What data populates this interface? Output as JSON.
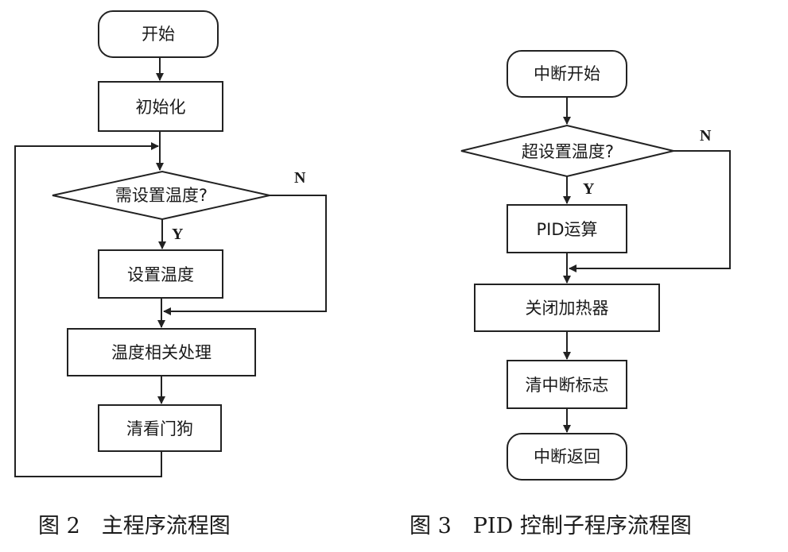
{
  "figure2": {
    "start": "开始",
    "init": "初始化",
    "decision": "需设置温度?",
    "yes": "Y",
    "no": "N",
    "set_temp": "设置温度",
    "temp_process": "温度相关处理",
    "watchdog": "清看门狗",
    "caption": "图 2　主程序流程图"
  },
  "figure3": {
    "start": "中断开始",
    "decision": "超设置温度?",
    "yes": "Y",
    "no": "N",
    "pid": "PID运算",
    "close_heater": "关闭加热器",
    "clear_flag": "清中断标志",
    "return": "中断返回",
    "caption": "图 3　PID 控制子程序流程图"
  },
  "colors": {
    "ink": "#222222",
    "background": "#ffffff"
  }
}
